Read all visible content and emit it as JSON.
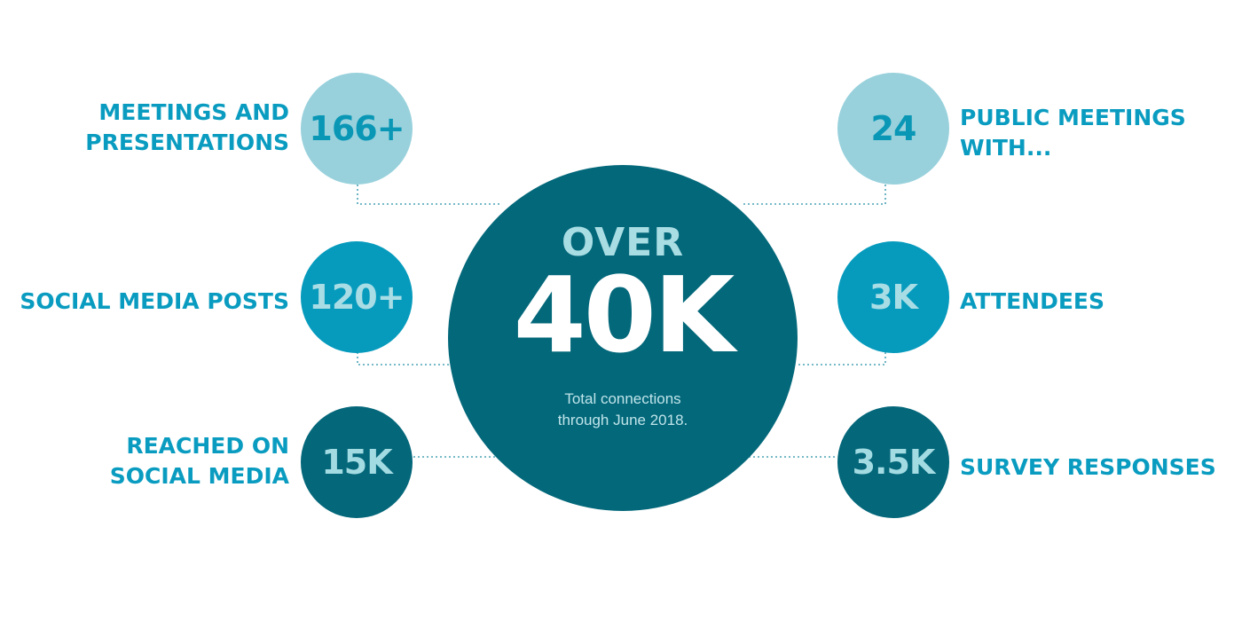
{
  "center": {
    "prefix": "OVER",
    "value": "40K",
    "caption_line1": "Total connections",
    "caption_line2": "through June 2018."
  },
  "stats": {
    "meetings": {
      "value": "166+",
      "label_line1": "MEETINGS AND",
      "label_line2": "PRESENTATIONS"
    },
    "public_meetings": {
      "value": "24",
      "label_line1": "PUBLIC MEETINGS",
      "label_line2": "WITH..."
    },
    "social_posts": {
      "value": "120+",
      "label_line1": "SOCIAL MEDIA POSTS"
    },
    "attendees": {
      "value": "3K",
      "label_line1": "ATTENDEES"
    },
    "reached": {
      "value": "15K",
      "label_line1": "REACHED ON",
      "label_line2": "SOCIAL MEDIA"
    },
    "survey": {
      "value": "3.5K",
      "label_line1": "SURVEY RESPONSES"
    }
  },
  "colors": {
    "light": "#98d1dc",
    "mid": "#069bbd",
    "dark": "#04677a",
    "center": "#03687a",
    "label": "#0a9cc0"
  }
}
